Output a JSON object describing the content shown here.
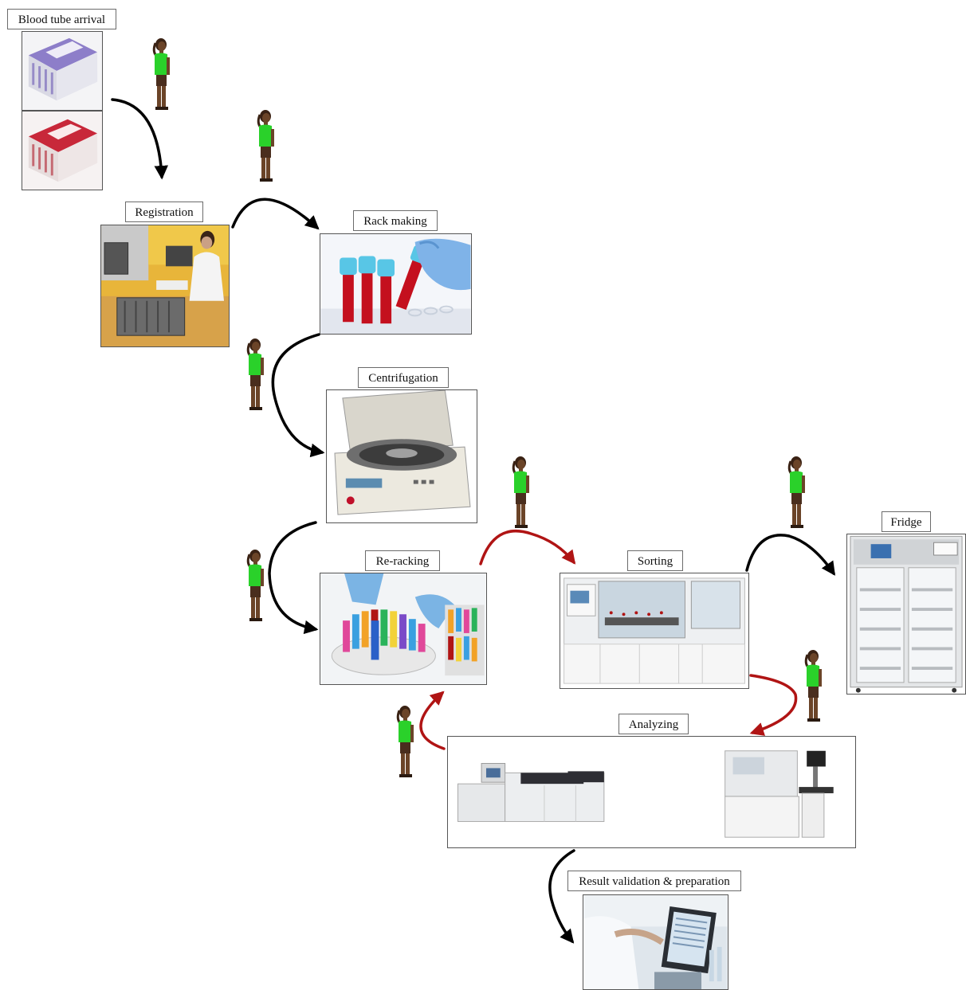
{
  "steps": {
    "arrival": "Blood tube arrival",
    "registration": "Registration",
    "rack_making": "Rack making",
    "centrifugation": "Centrifugation",
    "reracking": "Re-racking",
    "sorting": "Sorting",
    "fridge": "Fridge",
    "analyzing": "Analyzing",
    "validation": "Result validation & preparation"
  },
  "colors": {
    "black_arrow": "#000000",
    "red_arrow": "#b01414",
    "worker_shirt": "#2ad12a",
    "worker_skin": "#6b4428"
  },
  "icons": [
    "worker-figure-icon",
    "arrow-icon"
  ]
}
